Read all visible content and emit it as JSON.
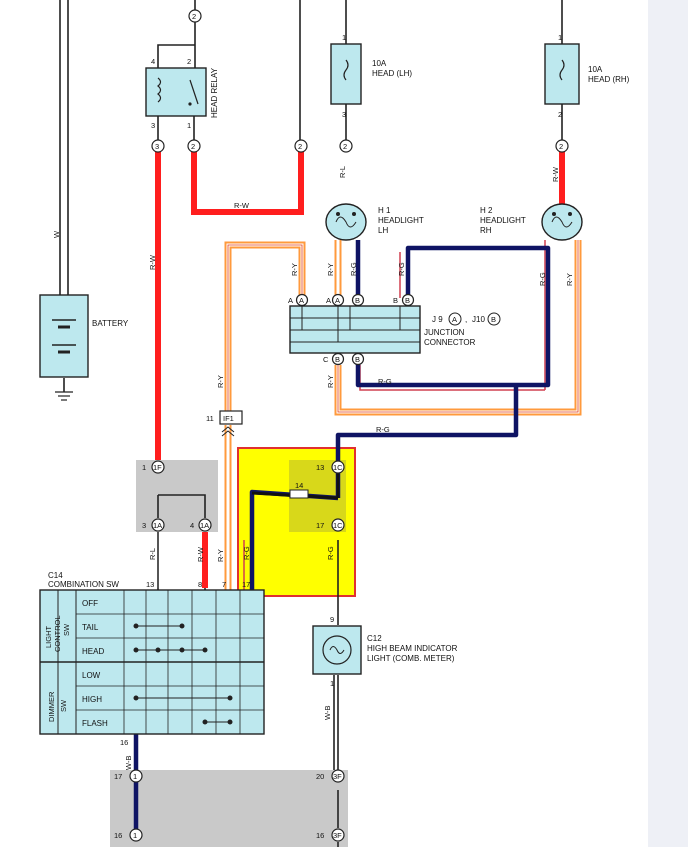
{
  "fuses": [
    {
      "id": "fuse-head-lh",
      "rating": "10A",
      "name": "HEAD (LH)",
      "pin_top": "1",
      "pin_bottom": "3"
    },
    {
      "id": "fuse-head-rh",
      "rating": "10A",
      "name": "HEAD (RH)",
      "pin_top": "1",
      "pin_bottom": "2"
    }
  ],
  "relay": {
    "name": "HEAD RELAY",
    "pins": [
      "4",
      "2",
      "3",
      "1"
    ]
  },
  "battery": {
    "name": "BATTERY"
  },
  "headlight_lh": {
    "code": "H 1",
    "title": "HEADLIGHT",
    "side": "LH"
  },
  "headlight_rh": {
    "code": "H 2",
    "title": "HEADLIGHT",
    "side": "RH"
  },
  "junction": {
    "code_a": "J 9",
    "letter_a": "A",
    "sep": ",",
    "code_b": "J10",
    "letter_b": "B",
    "title": "JUNCTION",
    "title2": "CONNECTOR"
  },
  "indicator": {
    "code": "C12",
    "title": "HIGH BEAM INDICATOR",
    "title2": "LIGHT (COMB. METER)"
  },
  "combo_sw": {
    "code": "C14",
    "title": "COMBINATION SW",
    "group1": [
      "LIGHT",
      "CONTROL",
      "SW"
    ],
    "group2": [
      "DIMMER",
      "SW"
    ],
    "rows": [
      "OFF",
      "TAIL",
      "HEAD",
      "LOW",
      "HIGH",
      "FLASH"
    ],
    "pins": [
      "13",
      "8",
      "7",
      "17"
    ],
    "pin_bottom": "16"
  },
  "connectors": {
    "c2": "2",
    "c3": "3",
    "c1": "1",
    "if1": "IF1",
    "if1_pin": "11",
    "c1f": "1F",
    "c1f_pin": "1",
    "c1a": "1A",
    "c1a_pin3": "3",
    "c1a_pin4": "4",
    "c1c": "1C",
    "c1c_pin13": "13",
    "c1c_pin17": "17",
    "c1c_pin14": "14",
    "c3f": "3F",
    "c3f_pin20": "20",
    "c3f_pin16": "16",
    "c1_pin17": "17",
    "c1_pin16": "16",
    "c12_pin9": "9",
    "c12_pin1": "1",
    "a": "A",
    "b": "B",
    "c": "C"
  },
  "wire_labels": {
    "w": "W",
    "rw": "R-W",
    "ry": "R-Y",
    "rg": "R-G",
    "rl": "R-L",
    "wb": "W-B"
  }
}
